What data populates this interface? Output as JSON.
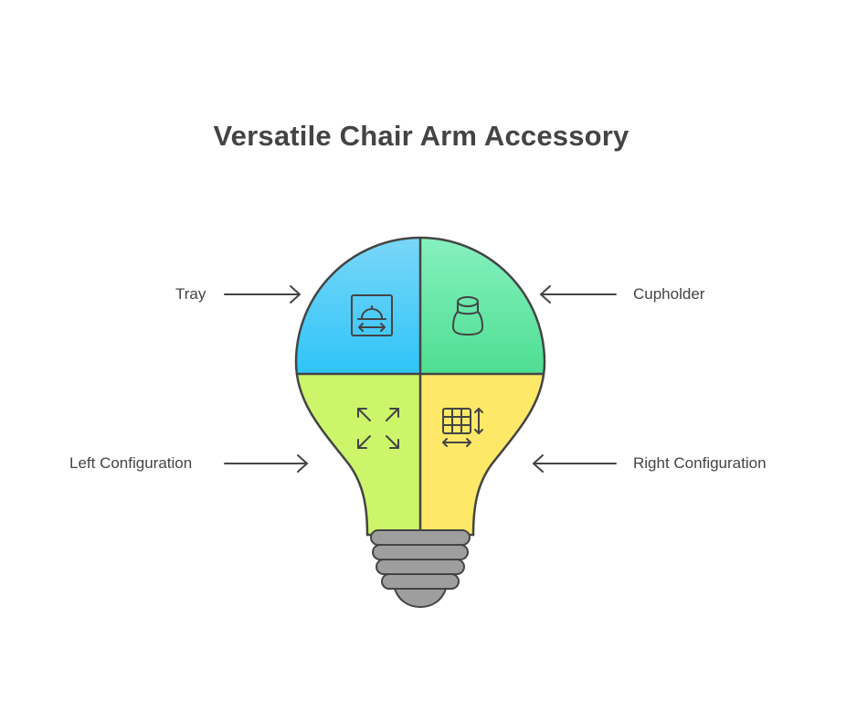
{
  "title": "Versatile Chair Arm Accessory",
  "sections": [
    {
      "label": "Tray",
      "icon": "tray-icon",
      "color": "#3bc8f5"
    },
    {
      "label": "Cupholder",
      "icon": "cup-icon",
      "color": "#55e09a"
    },
    {
      "label": "Left Configuration",
      "icon": "expand-icon",
      "color": "#ccf56a"
    },
    {
      "label": "Right Configuration",
      "icon": "resize-grid-icon",
      "color": "#fde868"
    }
  ],
  "colors": {
    "outline": "#444444",
    "base": "#9e9e9e",
    "text": "#444444"
  }
}
